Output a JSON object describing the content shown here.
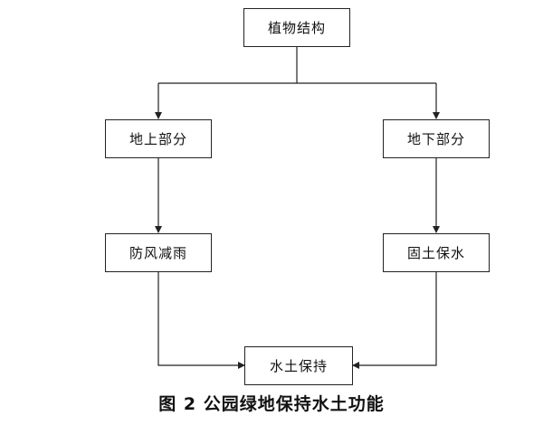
{
  "diagram": {
    "nodes": {
      "root": "植物结构",
      "above_ground": "地上部分",
      "below_ground": "地下部分",
      "windbreak": "防风减雨",
      "soil_fixation": "固土保水",
      "conservation": "水土保持"
    },
    "caption": "图 2  公园绿地保持水土功能"
  }
}
